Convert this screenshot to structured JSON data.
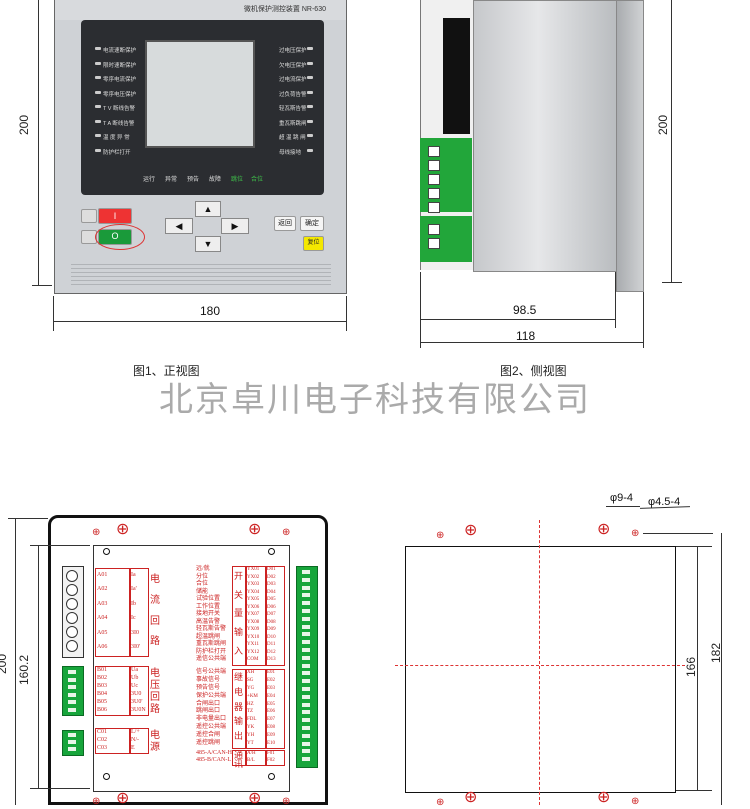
{
  "front_view": {
    "device_name": "微机保护测控装置 NR-630",
    "left_indicators": [
      "电流速断保护",
      "限时速断保护",
      "零序电流保护",
      "零序电压保护",
      "T V 断线告警",
      "T A 断线告警",
      "温 度 异 常",
      "防护栏打开"
    ],
    "right_indicators": [
      "过电压保护",
      "欠电压保护",
      "过电流保护",
      "过负荷告警",
      "轻瓦斯告警",
      "重瓦斯跳闸",
      "超 温 跳 闸",
      "母线接地"
    ],
    "status": [
      "运行",
      "异常",
      "预告",
      "故障",
      "跳位",
      "合位"
    ],
    "btn_open": "I",
    "btn_close": "O",
    "btn_back": "返回",
    "btn_ok": "确定",
    "btn_reset": "复位",
    "dim_width": "180",
    "dim_height": "200",
    "caption": "图1、正视图"
  },
  "side_view": {
    "dim_height": "200",
    "dim_depth1": "98.5",
    "dim_depth2": "118",
    "caption": "图2、侧视图"
  },
  "watermark": "北京卓川电子科技有限公司",
  "rear_view": {
    "dim_outer": "200",
    "dim_inner": "160.2",
    "current_terminals": [
      "A01",
      "A02",
      "A03",
      "A04",
      "A05",
      "A06"
    ],
    "current_labels": [
      "Ia",
      "Ia'",
      "Ib",
      "Ic",
      "3I0",
      "3I0'"
    ],
    "current_title": "电流回路",
    "voltage_terminals": [
      "B01",
      "B02",
      "B03",
      "B04",
      "B05",
      "B06"
    ],
    "voltage_labels": [
      "Ua",
      "Ub",
      "Uc",
      "3U0",
      "3U0'",
      "3U0N"
    ],
    "voltage_title": "电压回路",
    "power_terminals": [
      "C01",
      "C02",
      "C03"
    ],
    "power_labels": [
      "L/+",
      "N/-",
      "E"
    ],
    "power_title": "电源",
    "input_labels": [
      "远/就",
      "分位",
      "合位",
      "储能",
      "试验位置",
      "工作位置",
      "接地开关",
      "高温告警",
      "轻瓦斯告警",
      "超温跳闸",
      "重瓦斯跳闸",
      "防护栏打开",
      "遥信公共端"
    ],
    "input_codes": [
      "YX01",
      "YX02",
      "YX03",
      "YX04",
      "YX05",
      "YX06",
      "YX07",
      "YX08",
      "YX09",
      "YX10",
      "YX11",
      "YX12",
      "COM"
    ],
    "input_terminals": [
      "D01",
      "D02",
      "D03",
      "D04",
      "D05",
      "D06",
      "D07",
      "D08",
      "D09",
      "D10",
      "D11",
      "D12",
      "D13"
    ],
    "input_title": "开关量输入",
    "output_labels": [
      "信号公共端",
      "事故信号",
      "预告信号",
      "保护公共端",
      "合闸出口",
      "跳闸出口",
      "非电量出口",
      "遥控公共端",
      "遥控合闸",
      "遥控跳闸"
    ],
    "output_codes": [
      "XH",
      "SG",
      "YG",
      "+KM",
      "HZ",
      "TZ",
      "FDL",
      "YK",
      "YH",
      "YT"
    ],
    "output_terminals": [
      "E01",
      "E02",
      "E03",
      "E04",
      "E05",
      "E06",
      "E07",
      "E08",
      "E09",
      "E10"
    ],
    "output_title": "继电器输出",
    "comm_labels": [
      "485-A/CAN-H",
      "485-B/CAN-L"
    ],
    "comm_codes": [
      "A/H",
      "B/L"
    ],
    "comm_terminals": [
      "F01",
      "F02"
    ],
    "comm_title": "通讯"
  },
  "cutout_view": {
    "hole_large": "φ9-4",
    "hole_small": "φ4.5-4",
    "dim_width": "166",
    "dim_height": "182"
  }
}
